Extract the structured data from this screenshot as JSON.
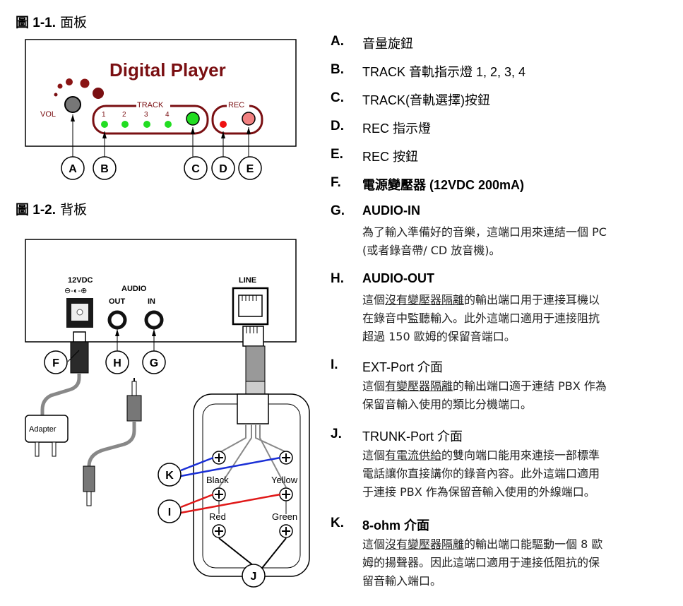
{
  "figures": {
    "front": {
      "label": "圖 1-1.",
      "name": "面板"
    },
    "back": {
      "label": "圖 1-2.",
      "name": "背板"
    }
  },
  "front_panel": {
    "brand": "Digital Player",
    "vol_label": "VOL",
    "track_label": "TRACK",
    "track_numbers": [
      "1",
      "2",
      "3",
      "4"
    ],
    "rec_label": "REC"
  },
  "back_panel": {
    "power_label": "12VDC",
    "power_polarity": "⊖-◐-⊕",
    "audio_label": "AUDIO",
    "out_label": "OUT",
    "in_label": "IN",
    "line_label": "LINE",
    "adapter_label": "Adapter",
    "wire_labels": {
      "black": "Black",
      "yellow": "Yellow",
      "red": "Red",
      "green": "Green"
    }
  },
  "callouts": [
    "A",
    "B",
    "C",
    "D",
    "E",
    "F",
    "H",
    "G",
    "K",
    "I",
    "J"
  ],
  "items": [
    {
      "letter": "A.",
      "head": "音量旋鈕"
    },
    {
      "letter": "B.",
      "head": "TRACK 音軌指示燈 1, 2, 3, 4"
    },
    {
      "letter": "C.",
      "head": "TRACK(音軌選擇)按鈕"
    },
    {
      "letter": "D.",
      "head": "REC 指示燈"
    },
    {
      "letter": "E.",
      "head": "REC 按鈕"
    },
    {
      "letter": "F.",
      "head": "電源變壓器  (12VDC 200mA)"
    },
    {
      "letter": "G.",
      "head": "AUDIO-IN",
      "desc": [
        "為了輸入準備好的音樂，這端口用來連結一個 PC",
        "(或者錄音帶/ CD 放音機)。"
      ]
    },
    {
      "letter": "H.",
      "head": "AUDIO-OUT",
      "desc_parts": [
        [
          "這個",
          "沒有變壓器隔離",
          "的輸出端口用于連接耳機以"
        ],
        [
          "在錄音中監聽輸入。此外這端口適用于連接阻抗"
        ],
        [
          "超過 150 歐姆的保留音端口。"
        ]
      ]
    },
    {
      "letter": "I.",
      "head": "EXT-Port 介面",
      "desc_parts": [
        [
          "這個",
          "有變壓器隔離",
          "的輸出端口適于連結 PBX 作為"
        ],
        [
          "保留音輸入使用的類比分機端口。"
        ]
      ]
    },
    {
      "letter": "J.",
      "head": "TRUNK-Port 介面",
      "desc_parts": [
        [
          "這個",
          "有電流供給",
          "的雙向端口能用來連接一部標準"
        ],
        [
          "電話讓你直接講你的錄音內容。此外這端口適用"
        ],
        [
          "于連接 PBX 作為保留音輸入使用的外線端口。"
        ]
      ]
    },
    {
      "letter": "K.",
      "head": "8-ohm  介面",
      "desc_parts": [
        [
          "這個",
          "沒有變壓器隔離",
          "的輸出端口能驅動一個 8 歐"
        ],
        [
          "姆的揚聲器。因此這端口適用于連接低阻抗的保"
        ],
        [
          "留音輸入端口。"
        ]
      ]
    }
  ]
}
